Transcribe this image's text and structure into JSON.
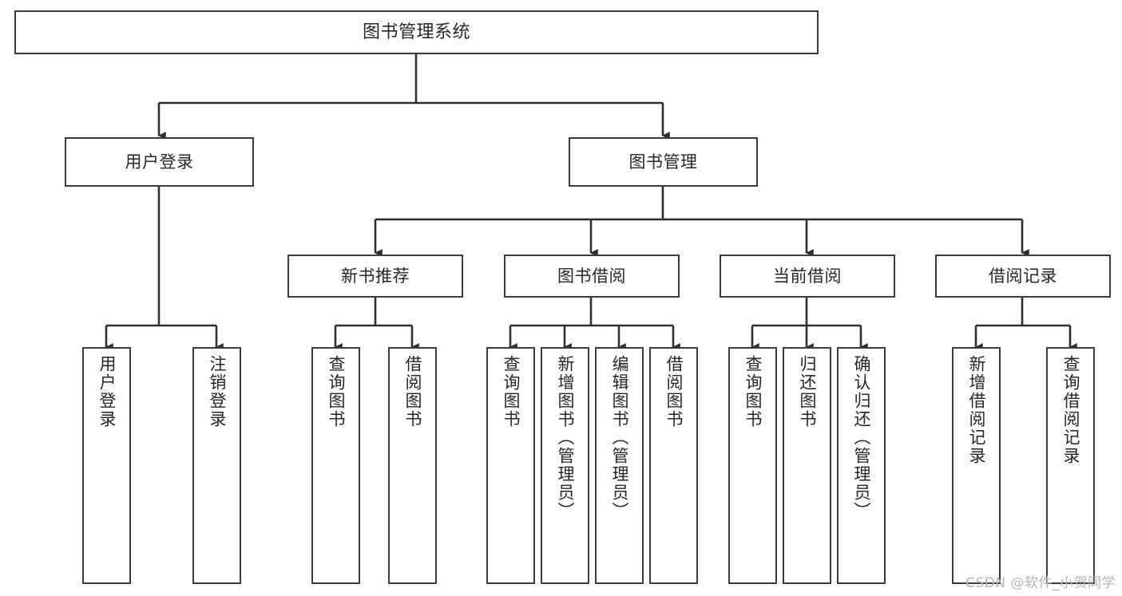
{
  "diagram": {
    "title": "图书管理系统",
    "type": "tree-structure-chart",
    "watermark": "CSDN @软件_小贺同学",
    "colors": {
      "border": "#3b3b3b",
      "text": "#262626",
      "background": "#ffffff",
      "watermark": "#b4b4b4"
    },
    "root": {
      "label": "图书管理系统"
    },
    "level1": [
      {
        "label": "用户登录"
      },
      {
        "label": "图书管理"
      }
    ],
    "level2": [
      {
        "label": "新书推荐"
      },
      {
        "label": "图书借阅"
      },
      {
        "label": "当前借阅"
      },
      {
        "label": "借阅记录"
      }
    ],
    "leaves": {
      "user_login": [
        {
          "label": "用户登录"
        },
        {
          "label": "注销登录"
        }
      ],
      "new_book_recommend": [
        {
          "label": "查询图书"
        },
        {
          "label": "借阅图书"
        }
      ],
      "book_borrow": [
        {
          "label": "查询图书"
        },
        {
          "label": "新增图书（管理员）"
        },
        {
          "label": "编辑图书（管理员）"
        },
        {
          "label": "借阅图书"
        }
      ],
      "current_borrow": [
        {
          "label": "查询图书"
        },
        {
          "label": "归还图书"
        },
        {
          "label": "确认归还（管理员）"
        }
      ],
      "borrow_record": [
        {
          "label": "新增借阅记录"
        },
        {
          "label": "查询借阅记录"
        }
      ]
    }
  }
}
